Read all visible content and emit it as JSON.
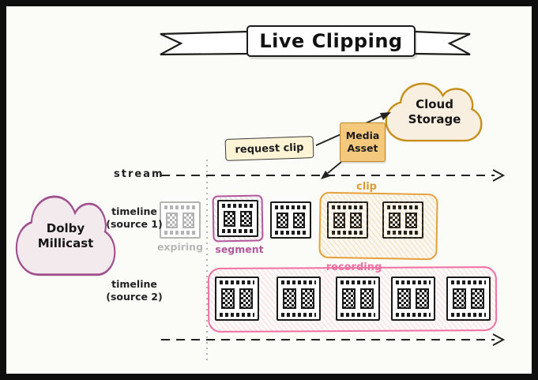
{
  "banner": {
    "title": "Live Clipping"
  },
  "nodes": {
    "cloud_storage": {
      "line1": "Cloud",
      "line2": "Storage"
    },
    "dolby_millicast": {
      "line1": "Dolby",
      "line2": "Millicast"
    },
    "request_clip": {
      "label": "request clip"
    },
    "media_asset": {
      "line1": "Media",
      "line2": "Asset"
    }
  },
  "lanes": {
    "stream": {
      "label": "stream"
    },
    "timeline1": {
      "label_line1": "timeline",
      "label_line2": "(source 1)",
      "strip_count": 5
    },
    "timeline2": {
      "label_line1": "timeline",
      "label_line2": "(source 2)",
      "strip_count": 5
    }
  },
  "annotations": {
    "expiring": "expiring",
    "segment": "segment",
    "clip": "clip",
    "recording": "recording"
  },
  "icons": {
    "film_strip": "film-strip-glyph",
    "cloud": "cloud-shape",
    "ribbon": "banner-ribbon"
  },
  "colors": {
    "clip_accent": "#e5a13c",
    "segment_accent": "#b3579d",
    "recording_accent": "#f070a2",
    "expiring_gray": "#b8b8b8",
    "cloud_storage_accent": "#c7901c",
    "dolby_accent": "#a0518d",
    "media_asset_fill": "#f4c97d",
    "request_clip_fill": "#fdf4d5"
  }
}
